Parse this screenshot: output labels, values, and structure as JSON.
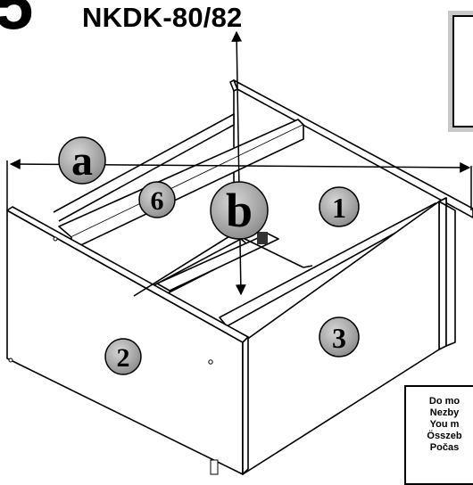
{
  "header": {
    "step_number": "5",
    "model": "NKDK-80/82"
  },
  "dimensions": {
    "width_label": "a",
    "depth_label": "b"
  },
  "parts": [
    {
      "label": "1"
    },
    {
      "label": "2"
    },
    {
      "label": "3"
    },
    {
      "label": "6"
    }
  ],
  "note_lines": [
    "Do mo",
    "Nezby",
    "You m",
    "Összeb",
    "Počas"
  ]
}
